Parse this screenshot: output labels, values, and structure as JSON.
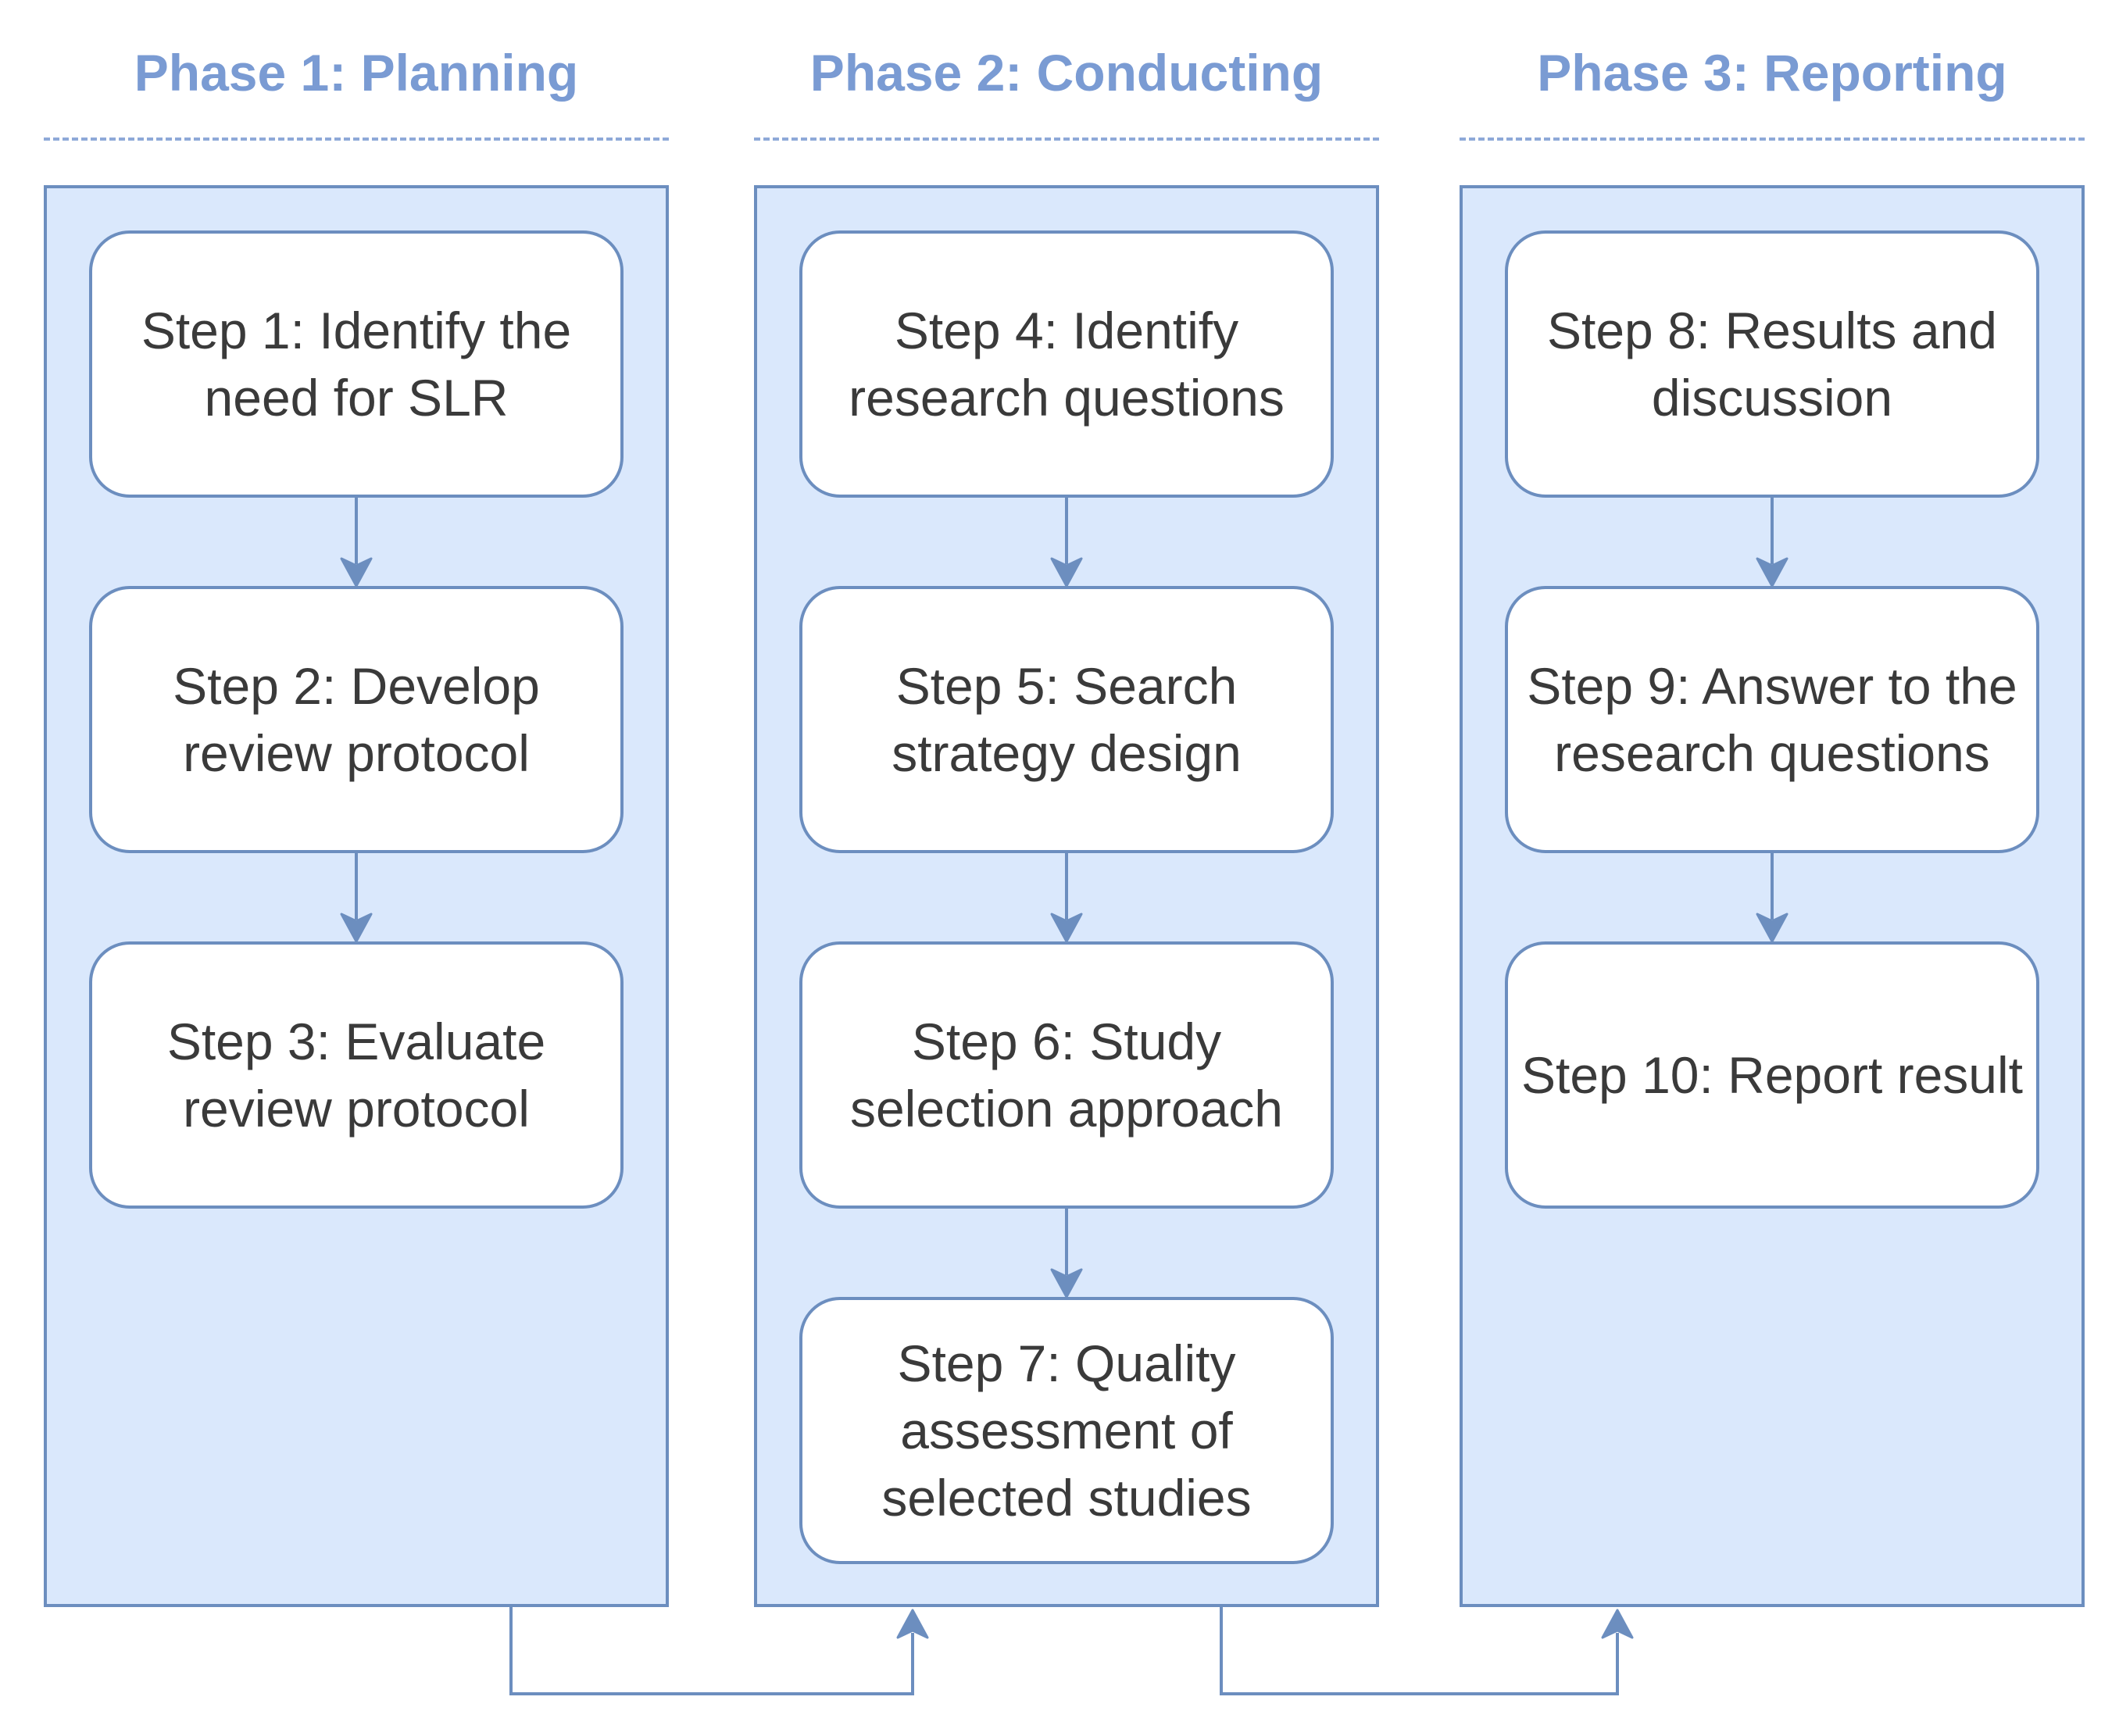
{
  "colors": {
    "phase_title": "#7A9BD3",
    "panel_fill": "#DAE8FC",
    "stroke": "#6C8EBF",
    "box_fill": "#FFFFFF",
    "text": "#3A3A3A"
  },
  "phases": [
    {
      "title": "Phase 1: Planning",
      "steps": [
        "Step 1: Identify the\nneed for SLR",
        "Step 2: Develop\nreview protocol",
        "Step 3: Evaluate\nreview protocol"
      ]
    },
    {
      "title": "Phase 2: Conducting",
      "steps": [
        "Step 4: Identify\nresearch questions",
        "Step 5: Search\nstrategy design",
        "Step 6: Study\nselection approach",
        "Step 7: Quality\nassessment of\nselected studies"
      ]
    },
    {
      "title": "Phase 3: Reporting",
      "steps": [
        "Step 8: Results and\ndiscussion",
        "Step 9: Answer to the\nresearch questions",
        "Step 10: Report result"
      ]
    }
  ]
}
